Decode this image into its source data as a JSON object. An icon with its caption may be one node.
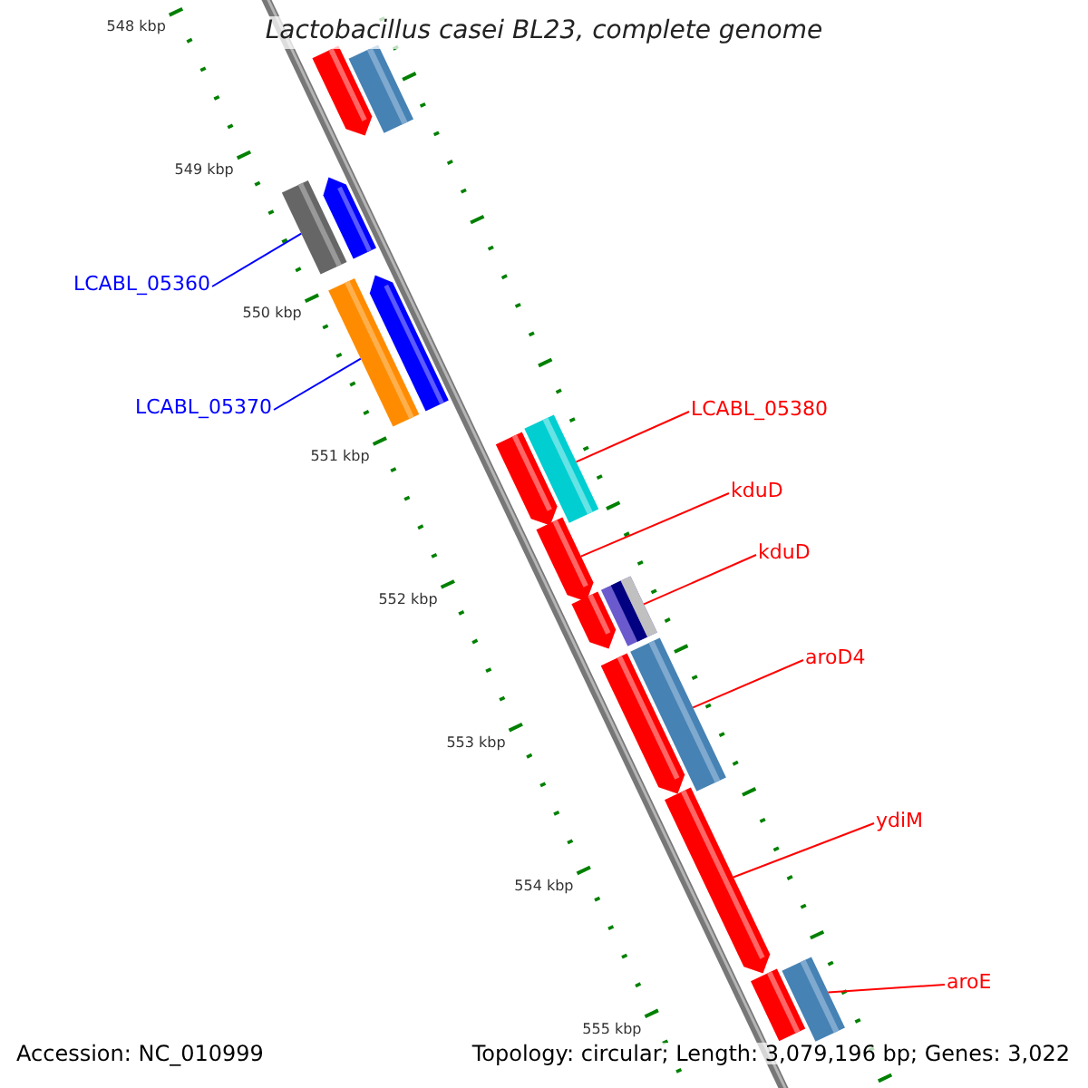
{
  "diagram": {
    "title": "Lactobacillus casei BL23, complete genome",
    "nodes": [
      {
        "text": [],
        "shape": "bar"
      },
      {
        "text": [],
        "shape": "bar"
      },
      {
        "text": [
          "LCABL_05360"
        ]
      },
      {
        "text": [],
        "shape": "bar"
      },
      {
        "text": [],
        "shape": "bar"
      },
      {
        "text": [
          "LCABL_05370"
        ]
      },
      {
        "text": [],
        "shape": "bar"
      },
      {
        "text": [],
        "shape": "bar"
      },
      {
        "text": [
          "LCABL_05380"
        ]
      },
      {
        "text": [],
        "shape": "bar"
      },
      {
        "text": [],
        "shape": "bar"
      },
      {
        "text": [
          "kduD"
        ]
      },
      {
        "text": [],
        "shape": "bar"
      },
      {
        "text": [
          "kduD"
        ]
      },
      {
        "text": [],
        "shape": "bar"
      },
      {
        "text": [],
        "shape": "bar"
      },
      {
        "text": [
          "aroD4"
        ]
      },
      {
        "text": [],
        "shape": "bar"
      },
      {
        "text": [],
        "shape": "bar"
      },
      {
        "text": [
          "ydiM"
        ]
      },
      {
        "text": [],
        "shape": "bar"
      },
      {
        "text": [
          "aroE"
        ]
      },
      {
        "text": [],
        "shape": "bar"
      },
      {
        "text": [],
        "shape": "bar"
      }
    ],
    "edges": [
      {
        "from": 2,
        "to": 3,
        "arrow": "none",
        "color": "#0000ff"
      },
      {
        "from": 5,
        "to": 6,
        "arrow": "none",
        "color": "#0000ff"
      },
      {
        "from": 8,
        "to": 10,
        "arrow": "none"
      },
      {
        "from": 11,
        "to": 12,
        "arrow": "none"
      },
      {
        "from": 13,
        "to": 15,
        "arrow": "none"
      },
      {
        "from": 16,
        "to": 18,
        "arrow": "none"
      },
      {
        "from": 19,
        "to": 20,
        "arrow": "none"
      },
      {
        "from": 21,
        "to": 23,
        "arrow": "none"
      }
    ],
    "labels": [
      "548 kbp",
      "549 kbp",
      "550 kbp",
      "551 kbp",
      "552 kbp",
      "553 kbp",
      "554 kbp",
      "555 kbp",
      "Accession: NC_010999",
      "Topology: circular; Length: 3,079,196 bp; Genes: 3,022"
    ]
  }
}
